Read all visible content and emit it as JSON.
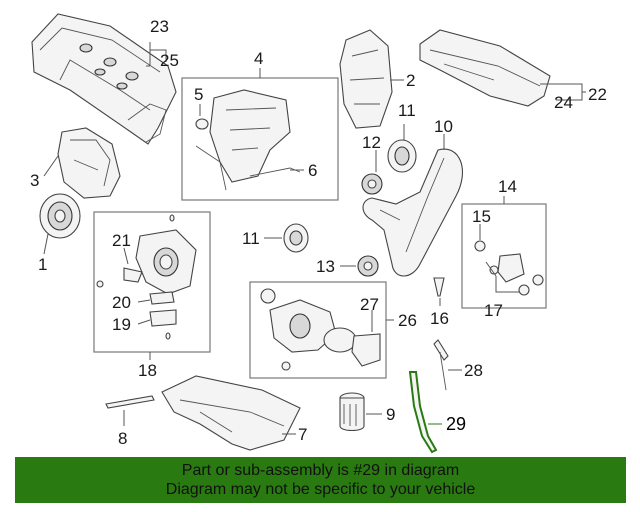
{
  "callouts": {
    "c1": "1",
    "c2": "2",
    "c3": "3",
    "c4": "4",
    "c5": "5",
    "c6": "6",
    "c7": "7",
    "c8": "8",
    "c9": "9",
    "c10": "10",
    "c11a": "11",
    "c11b": "11",
    "c12": "12",
    "c13": "13",
    "c14": "14",
    "c15": "15",
    "c16": "16",
    "c17": "17",
    "c18": "18",
    "c19": "19",
    "c20": "20",
    "c21": "21",
    "c22": "22",
    "c23": "23",
    "c24": "24",
    "c25": "25",
    "c26": "26",
    "c27": "27",
    "c28": "28",
    "c29": "29"
  },
  "highlighted_part": "29",
  "colors": {
    "highlight": "#2a7a12",
    "banner_bg": "#2a7a12",
    "banner_text": "#111111"
  },
  "banner": {
    "line1": "Part or sub-assembly is #29 in diagram",
    "line2": "Diagram may not be specific to your vehicle"
  }
}
